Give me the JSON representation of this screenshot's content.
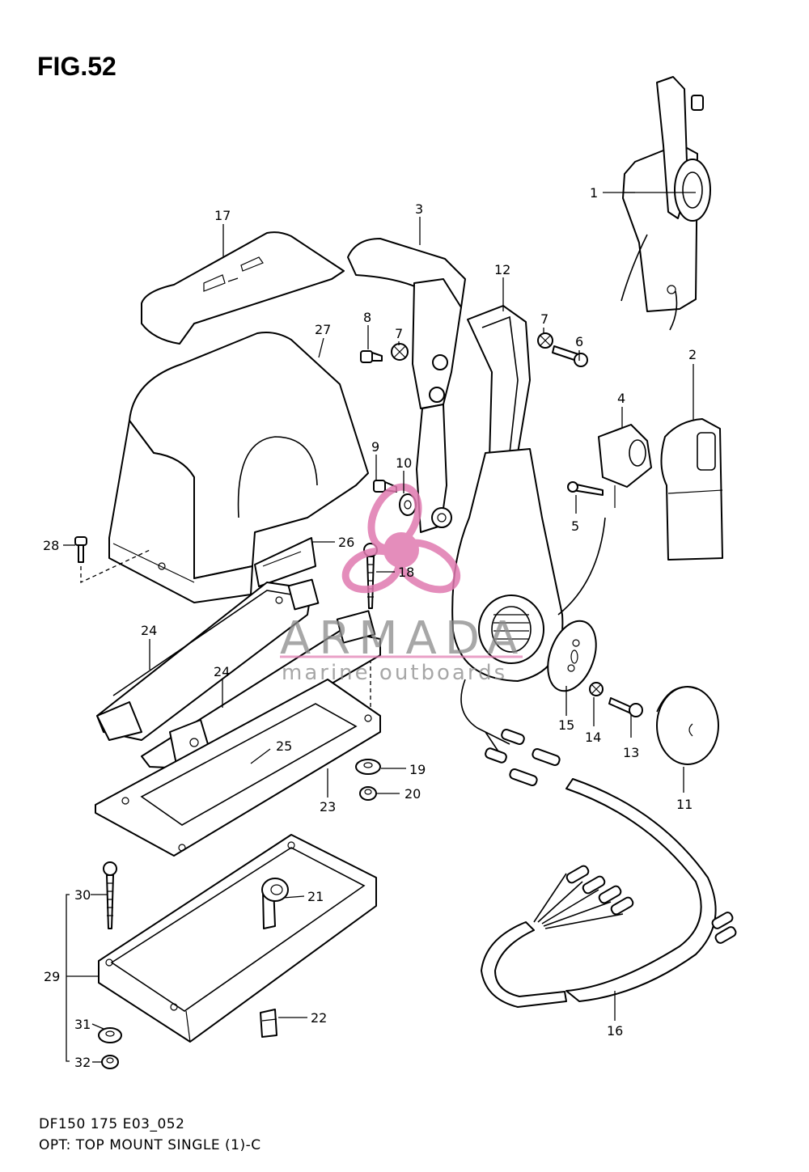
{
  "figure": {
    "title": "FIG.52",
    "footer_code": "DF150 175 E03_052",
    "footer_caption": "OPT: TOP MOUNT SINGLE (1)-C"
  },
  "watermark": {
    "name": "ARMADA",
    "subtitle": "marine outboards",
    "color": "#e07ab0"
  },
  "callouts": [
    {
      "id": "c1",
      "text": "1"
    },
    {
      "id": "c2",
      "text": "2"
    },
    {
      "id": "c3",
      "text": "3"
    },
    {
      "id": "c4",
      "text": "4"
    },
    {
      "id": "c5",
      "text": "5"
    },
    {
      "id": "c6",
      "text": "6"
    },
    {
      "id": "c7a",
      "text": "7"
    },
    {
      "id": "c7b",
      "text": "7"
    },
    {
      "id": "c8",
      "text": "8"
    },
    {
      "id": "c9",
      "text": "9"
    },
    {
      "id": "c10",
      "text": "10"
    },
    {
      "id": "c11",
      "text": "11"
    },
    {
      "id": "c12",
      "text": "12"
    },
    {
      "id": "c13",
      "text": "13"
    },
    {
      "id": "c14",
      "text": "14"
    },
    {
      "id": "c15",
      "text": "15"
    },
    {
      "id": "c16",
      "text": "16"
    },
    {
      "id": "c17",
      "text": "17"
    },
    {
      "id": "c18",
      "text": "18"
    },
    {
      "id": "c19",
      "text": "19"
    },
    {
      "id": "c20",
      "text": "20"
    },
    {
      "id": "c21",
      "text": "21"
    },
    {
      "id": "c22",
      "text": "22"
    },
    {
      "id": "c23",
      "text": "23"
    },
    {
      "id": "c24a",
      "text": "24"
    },
    {
      "id": "c24b",
      "text": "24"
    },
    {
      "id": "c25",
      "text": "25"
    },
    {
      "id": "c26",
      "text": "26"
    },
    {
      "id": "c27",
      "text": "27"
    },
    {
      "id": "c28",
      "text": "28"
    },
    {
      "id": "c29",
      "text": "29"
    },
    {
      "id": "c30",
      "text": "30"
    },
    {
      "id": "c31",
      "text": "31"
    },
    {
      "id": "c32",
      "text": "32"
    }
  ]
}
